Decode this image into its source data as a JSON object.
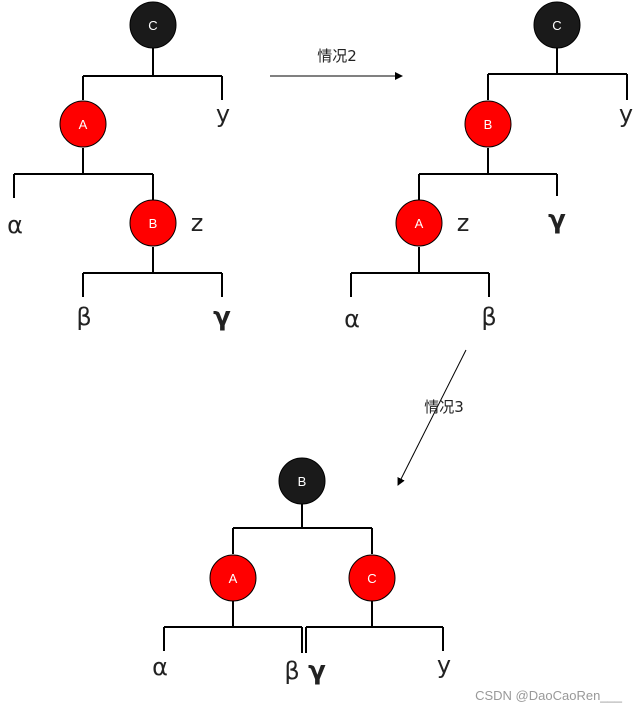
{
  "colors": {
    "black_node": "#1a1a1a",
    "red_node": "#ff0000"
  },
  "arrows": {
    "case2_label": "情况2",
    "case3_label": "情况3"
  },
  "tree1": {
    "root": "C",
    "left": "A",
    "right_leaf": "y",
    "a_left_leaf": "α",
    "child": "B",
    "child_tag": "z",
    "b_left_leaf": "β",
    "b_right_leaf": "γ"
  },
  "tree2": {
    "root": "C",
    "left": "B",
    "right_leaf": "y",
    "child": "A",
    "child_tag": "z",
    "b_right_leaf": "γ",
    "a_left_leaf": "α",
    "a_right_leaf": "β"
  },
  "tree3": {
    "root": "B",
    "left": "A",
    "right": "C",
    "a_left_leaf": "α",
    "a_right_leaf": "β",
    "c_left_leaf": "γ",
    "c_right_leaf": "y"
  },
  "watermark": "CSDN @DaoCaoRen___"
}
